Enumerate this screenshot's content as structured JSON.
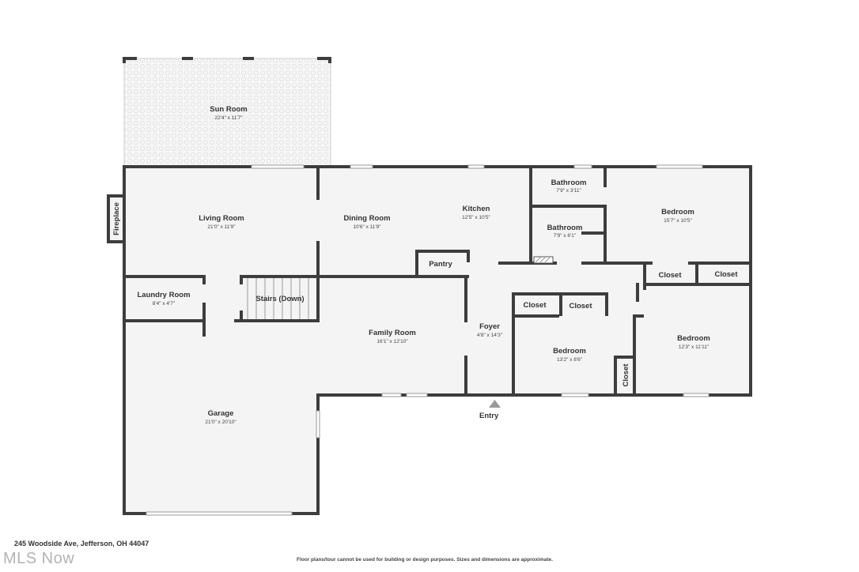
{
  "rooms": {
    "sun_room": {
      "name": "Sun Room",
      "dim": "22'4\" x 11'7\""
    },
    "living_room": {
      "name": "Living Room",
      "dim": "21'0\" x 11'9\""
    },
    "dining_room": {
      "name": "Dining Room",
      "dim": "10'6\" x 11'9\""
    },
    "kitchen": {
      "name": "Kitchen",
      "dim": "12'5\" x 10'5\""
    },
    "bathroom_1": {
      "name": "Bathroom",
      "dim": "7'9\" x 3'11\""
    },
    "bathroom_2": {
      "name": "Bathroom",
      "dim": "7'9\" x 6'1\""
    },
    "bedroom_1": {
      "name": "Bedroom",
      "dim": "15'7\" x 10'5\""
    },
    "bedroom_2": {
      "name": "Bedroom",
      "dim": "13'2\" x 8'6\""
    },
    "bedroom_3": {
      "name": "Bedroom",
      "dim": "12'3\" x 11'11\""
    },
    "laundry": {
      "name": "Laundry Room",
      "dim": "8'4\" x 4'7\""
    },
    "stairs": {
      "name": "Stairs (Down)"
    },
    "family_room": {
      "name": "Family Room",
      "dim": "16'1\" x 12'10\""
    },
    "foyer": {
      "name": "Foyer",
      "dim": "4'8\" x 14'3\""
    },
    "garage": {
      "name": "Garage",
      "dim": "21'0\" x 20'10\""
    },
    "pantry": {
      "name": "Pantry"
    },
    "closet_1": {
      "name": "Closet"
    },
    "closet_2": {
      "name": "Closet"
    },
    "closet_3": {
      "name": "Closet"
    },
    "closet_4": {
      "name": "Closet"
    },
    "closet_5": {
      "name": "Closet"
    },
    "fireplace": {
      "name": "Fireplace"
    }
  },
  "entry": "Entry",
  "address": "245 Woodside Ave, Jefferson, OH 44047",
  "disclaimer": "Floor plans/tour cannot be used for building or design purposes. Sizes and dimensions are approximate.",
  "watermark": "MLS Now",
  "colors": {
    "wall": "#3d3d3d",
    "floor": "#f4f4f4",
    "text": "#333333"
  }
}
